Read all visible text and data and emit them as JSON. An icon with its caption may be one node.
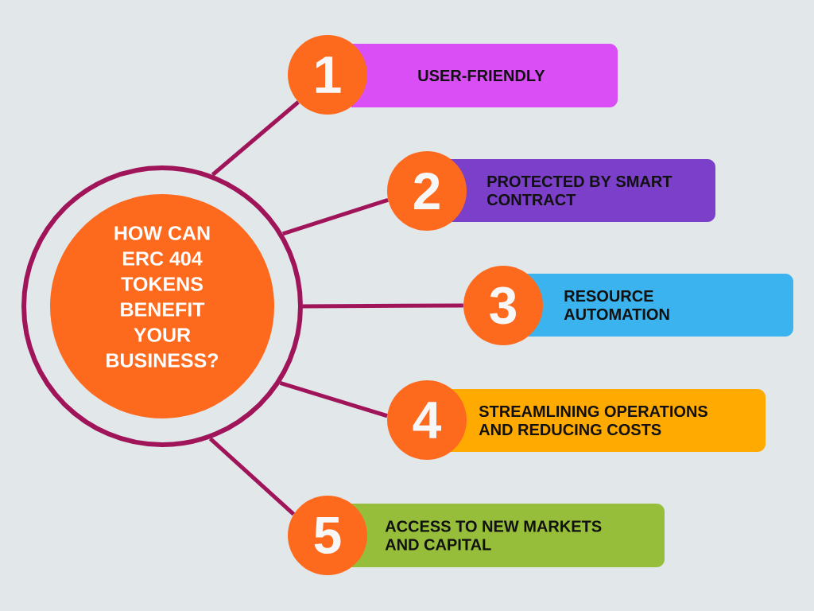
{
  "diagram": {
    "nodes": [
      {
        "text": [],
        "shape": "circle"
      },
      {
        "text": [
          "HOW CAN ERC 404 TOKENS BENEFIT YOUR BUSINESS?"
        ],
        "in": 0
      },
      {
        "text": [
          "1"
        ]
      },
      {
        "text": [
          "USER-FRIENDLY"
        ]
      },
      {
        "text": [
          "2"
        ]
      },
      {
        "text": [
          "PROTECTED BY SMART CONTRACT"
        ]
      },
      {
        "text": [
          "3"
        ]
      },
      {
        "text": [
          "RESOURCE AUTOMATION"
        ]
      },
      {
        "text": [
          "4"
        ]
      },
      {
        "text": [
          "STREAMLINING OPERATIONS AND REDUCING COSTS"
        ]
      },
      {
        "text": [
          "5"
        ]
      },
      {
        "text": [
          "ACCESS TO NEW MARKETS AND CAPITAL"
        ]
      }
    ],
    "edges": [
      {
        "from": 0,
        "to": 2,
        "arrow": "none"
      },
      {
        "from": 0,
        "to": 4,
        "arrow": "none"
      },
      {
        "from": 0,
        "to": 6,
        "arrow": "none"
      },
      {
        "from": 0,
        "to": 8,
        "arrow": "none"
      },
      {
        "from": 0,
        "to": 10,
        "arrow": "none"
      }
    ]
  }
}
